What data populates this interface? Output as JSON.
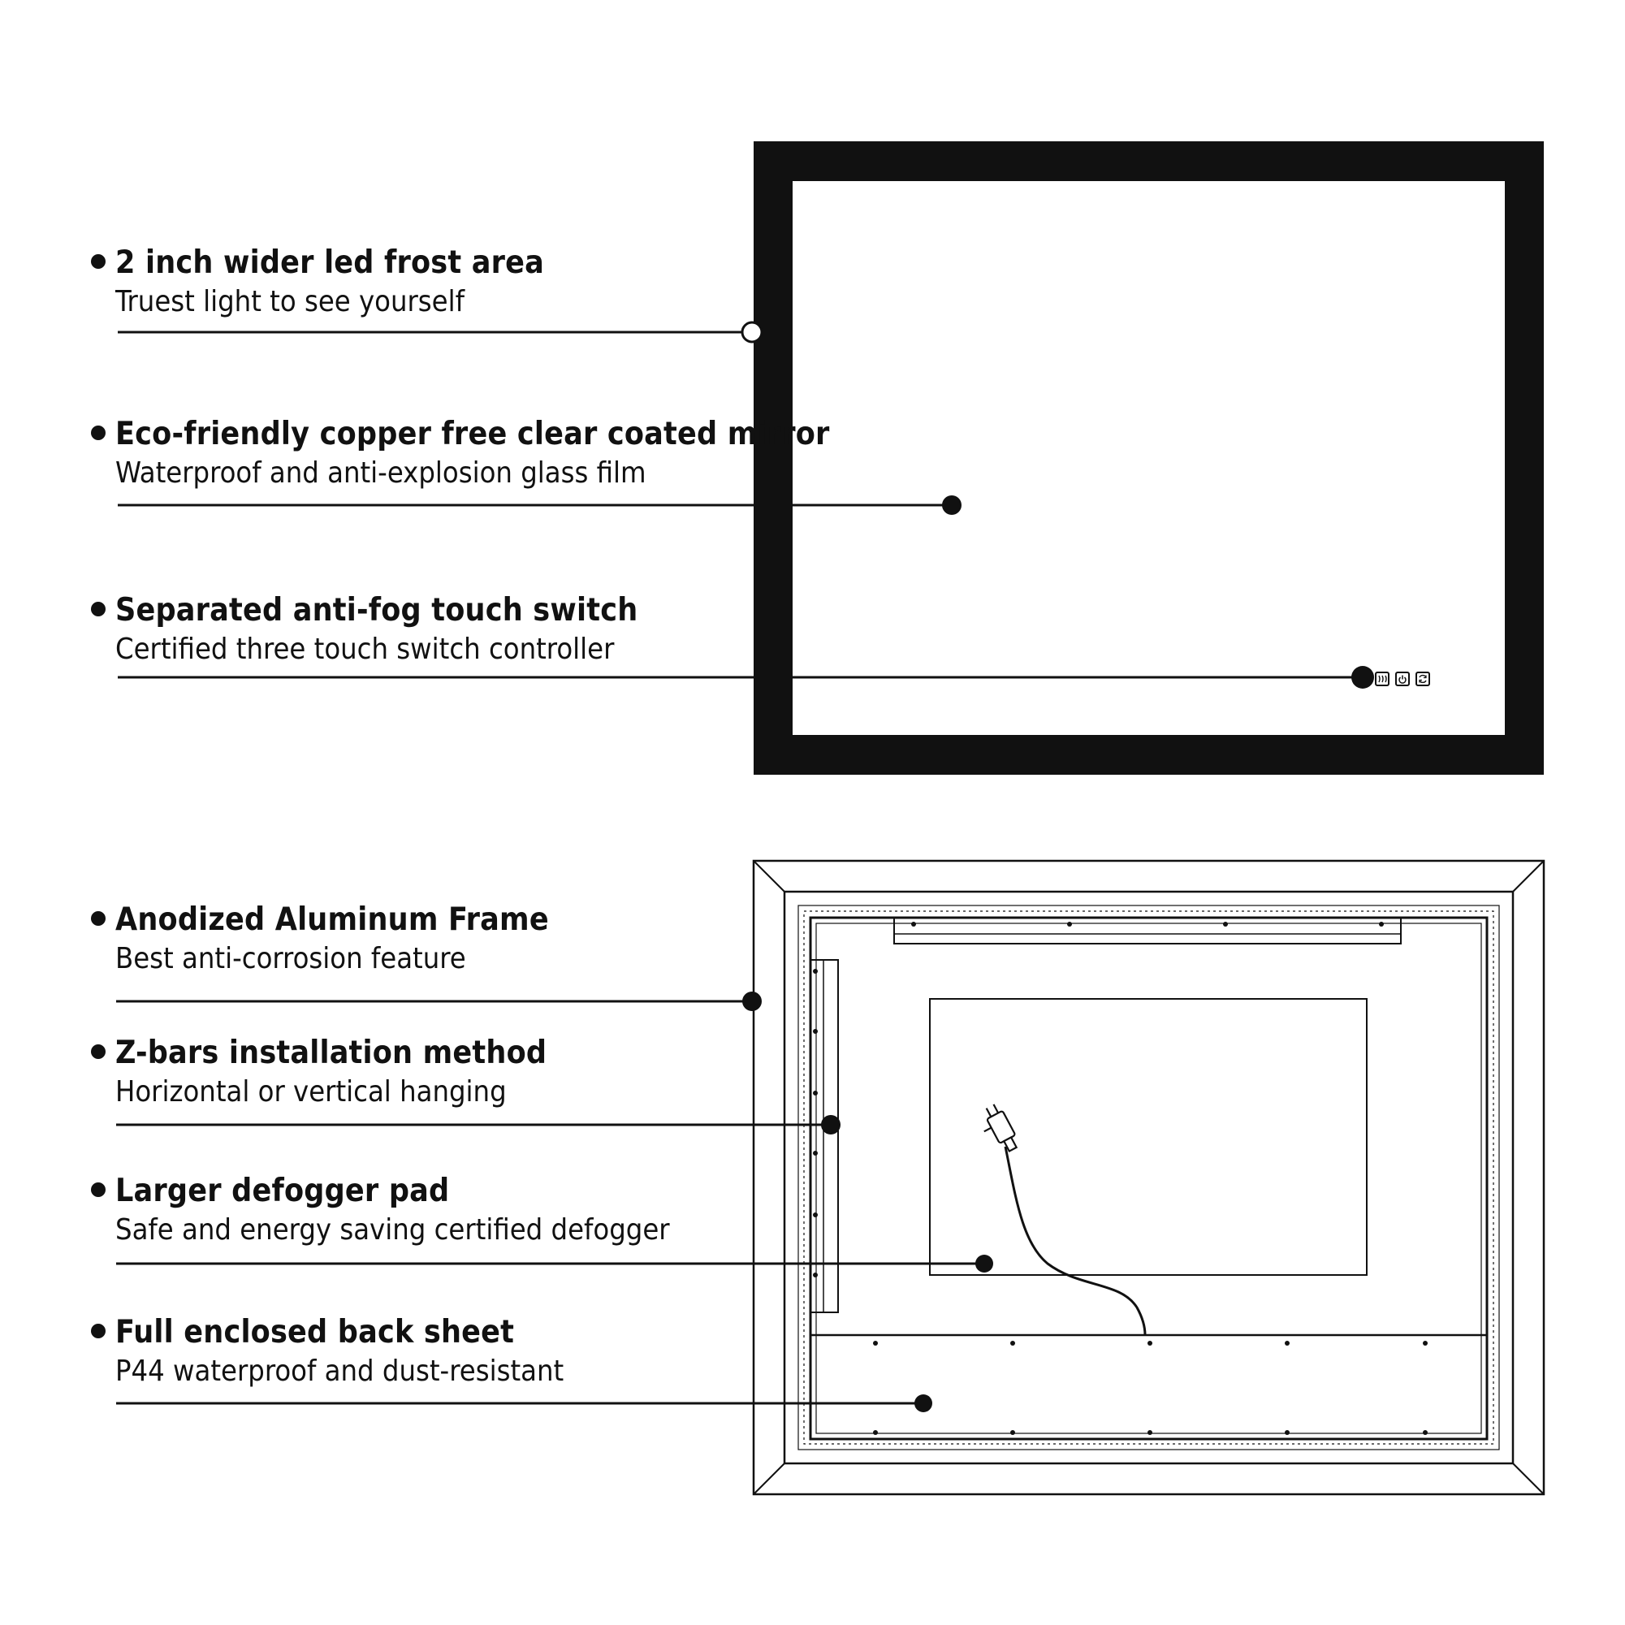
{
  "top_features": [
    {
      "title": "2 inch wider led frost area",
      "subtitle": "Truest light to see yourself"
    },
    {
      "title": "Eco-friendly copper free clear coated mirror",
      "subtitle": "Waterproof and anti-explosion glass film"
    },
    {
      "title": "Separated anti-fog touch switch",
      "subtitle": "Certified three touch switch controller"
    }
  ],
  "bottom_features": [
    {
      "title": "Anodized Aluminum Frame",
      "subtitle": "Best anti-corrosion feature"
    },
    {
      "title": "Z-bars installation method",
      "subtitle": "Horizontal or vertical hanging"
    },
    {
      "title": "Larger defogger pad",
      "subtitle": "Safe and energy saving certified defogger"
    },
    {
      "title": "Full enclosed back sheet",
      "subtitle": "P44 waterproof and dust-resistant"
    }
  ],
  "icons": [
    "antifog-icon",
    "power-icon",
    "dimmer-icon"
  ],
  "colors": {
    "ink": "#111111",
    "background": "#ffffff"
  }
}
